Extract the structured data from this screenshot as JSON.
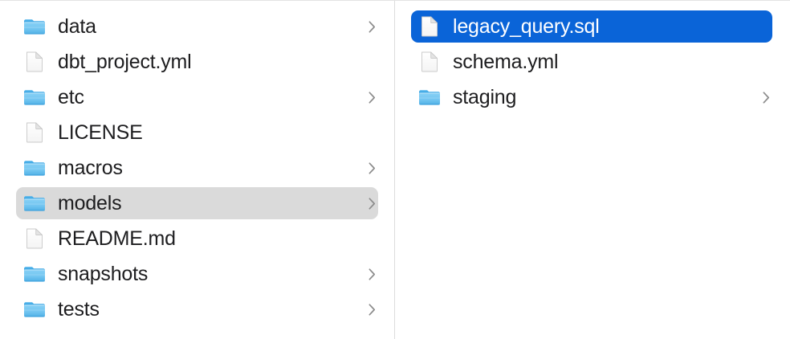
{
  "window": {
    "view_mode": "column-view",
    "accent_color": "#0a64d8",
    "inactive_selection_color": "#dadada",
    "divider_color": "#dcdcdc",
    "text_color": "#1d1d1f",
    "selected_text_color": "#ffffff"
  },
  "columns": [
    {
      "name": "parent-column",
      "items": [
        {
          "label": "data",
          "kind": "folder",
          "icon": "folder-icon",
          "has_chevron": true,
          "state": "normal"
        },
        {
          "label": "dbt_project.yml",
          "kind": "file",
          "icon": "document-icon",
          "has_chevron": false,
          "state": "normal"
        },
        {
          "label": "etc",
          "kind": "folder",
          "icon": "folder-icon",
          "has_chevron": true,
          "state": "normal"
        },
        {
          "label": "LICENSE",
          "kind": "file",
          "icon": "document-icon",
          "has_chevron": false,
          "state": "normal"
        },
        {
          "label": "macros",
          "kind": "folder",
          "icon": "folder-icon",
          "has_chevron": true,
          "state": "normal"
        },
        {
          "label": "models",
          "kind": "folder",
          "icon": "folder-icon",
          "has_chevron": true,
          "state": "selected-inactive"
        },
        {
          "label": "README.md",
          "kind": "file",
          "icon": "document-icon",
          "has_chevron": false,
          "state": "normal"
        },
        {
          "label": "snapshots",
          "kind": "folder",
          "icon": "folder-icon",
          "has_chevron": true,
          "state": "normal"
        },
        {
          "label": "tests",
          "kind": "folder",
          "icon": "folder-icon",
          "has_chevron": true,
          "state": "normal"
        }
      ]
    },
    {
      "name": "child-column",
      "items": [
        {
          "label": "legacy_query.sql",
          "kind": "file",
          "icon": "document-icon",
          "has_chevron": false,
          "state": "selected-active"
        },
        {
          "label": "schema.yml",
          "kind": "file",
          "icon": "document-icon",
          "has_chevron": false,
          "state": "normal"
        },
        {
          "label": "staging",
          "kind": "folder",
          "icon": "folder-icon",
          "has_chevron": true,
          "state": "normal"
        }
      ]
    }
  ]
}
